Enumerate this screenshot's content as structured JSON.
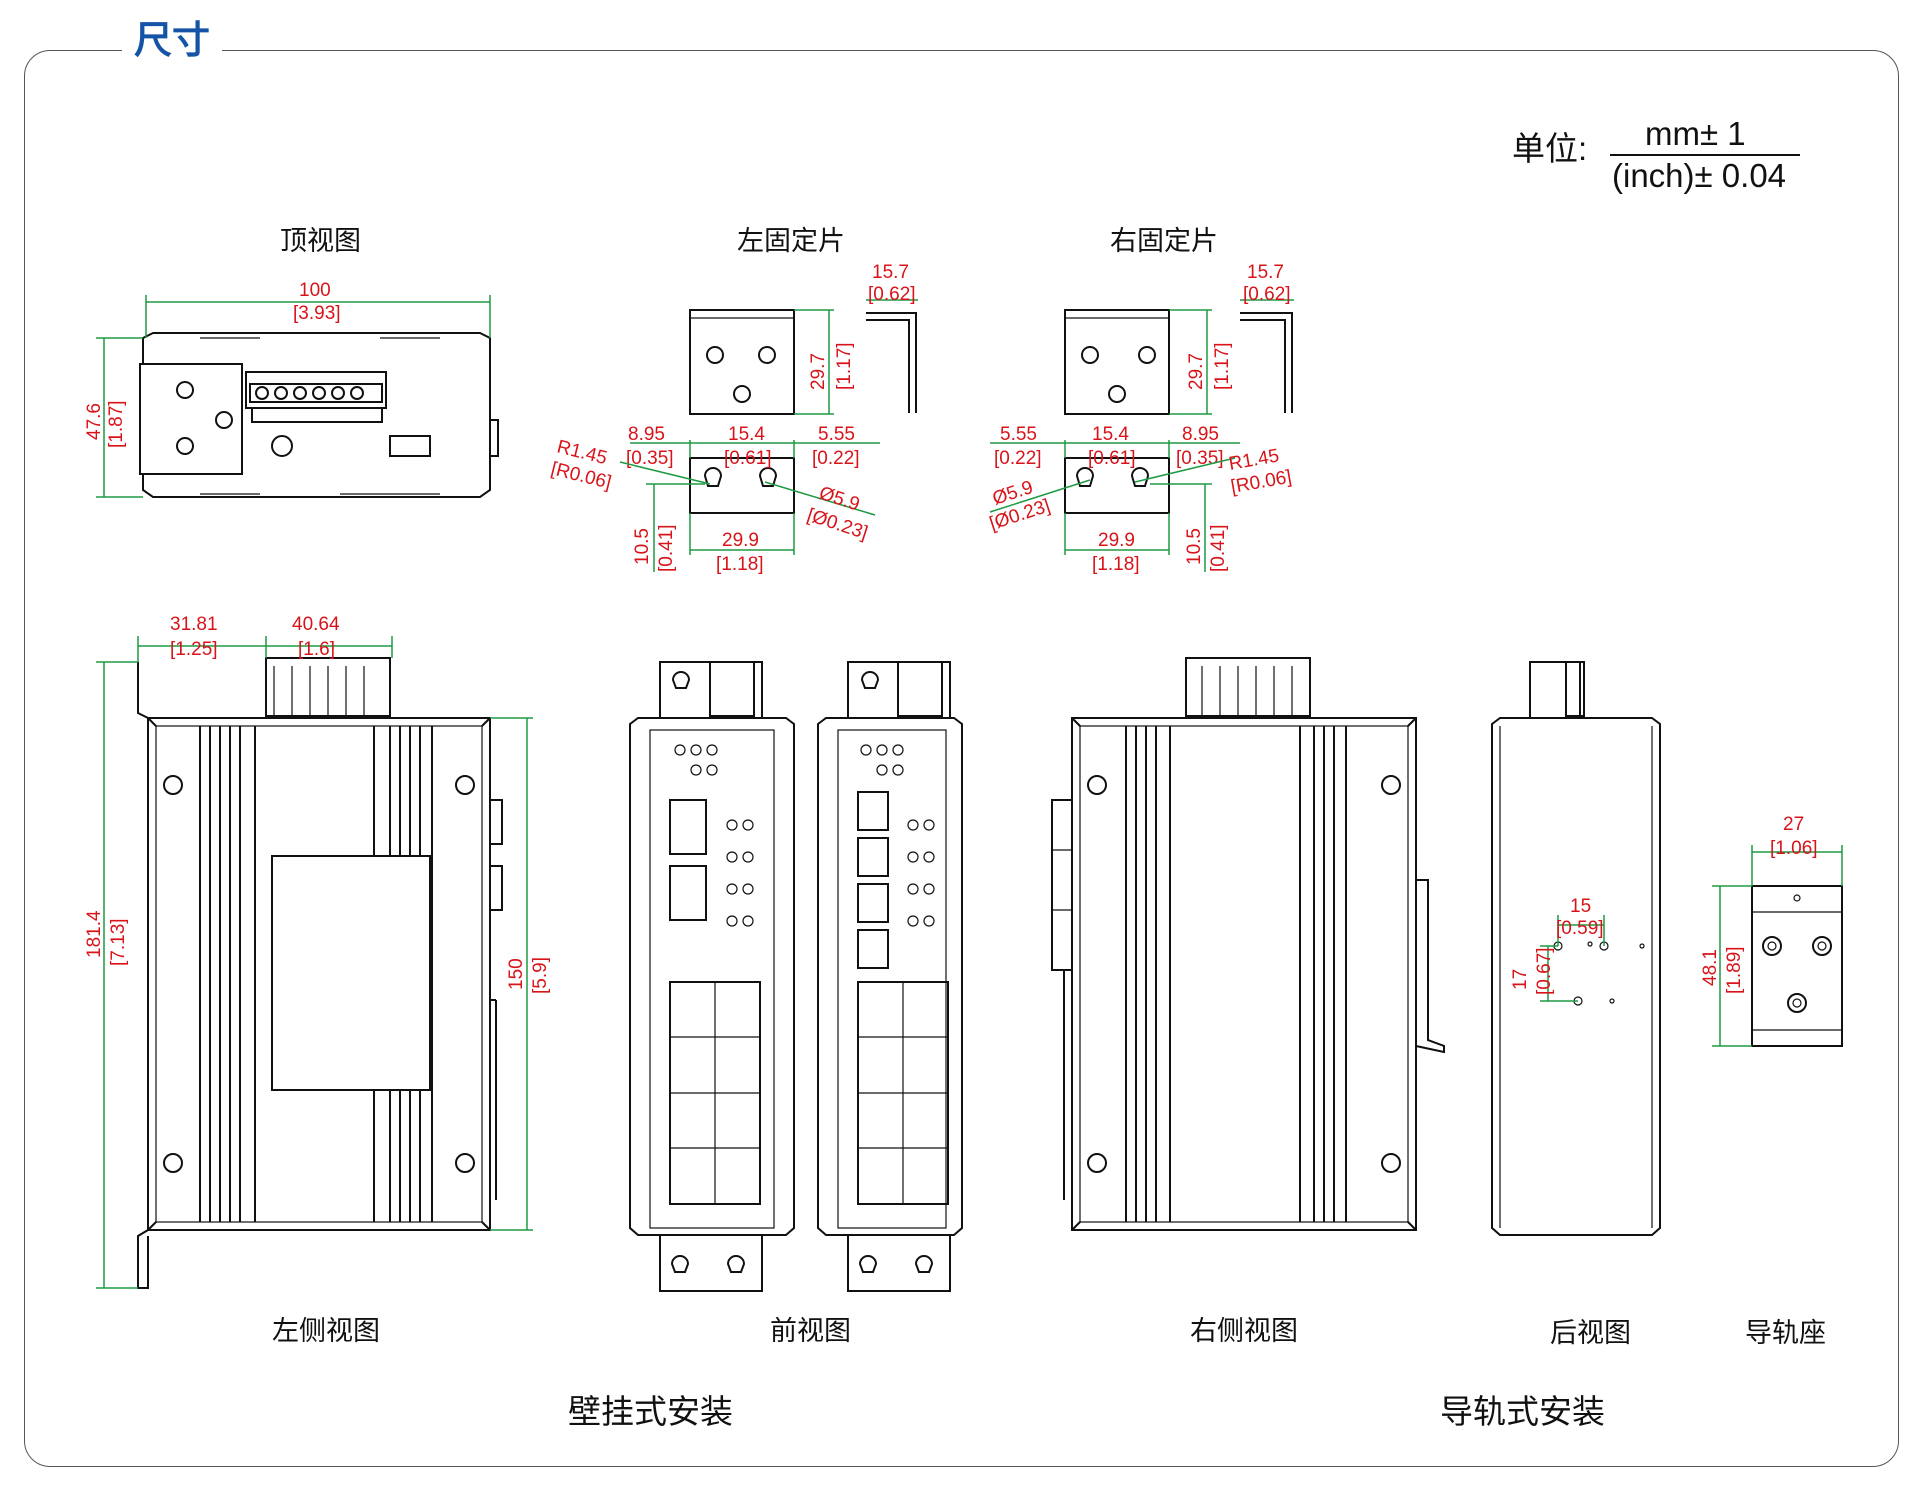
{
  "section_title": "尺寸",
  "unit": {
    "label": "单位:",
    "numerator": "mm± 1",
    "denominator": "(inch)± 0.04"
  },
  "views": {
    "top": "顶视图",
    "left_bracket": "左固定片",
    "right_bracket": "右固定片",
    "left_side": "左侧视图",
    "front": "前视图",
    "right_side": "右侧视图",
    "rear": "后视图",
    "din_rail_seat": "导轨座"
  },
  "install": {
    "wall": "壁挂式安装",
    "din": "导轨式安装"
  },
  "dims": {
    "top_width": "100",
    "top_width_in": "[3.93]",
    "top_depth": "47.6",
    "top_depth_in": "[1.87]",
    "lb_thick": "15.7",
    "lb_thick_in": "[0.62]",
    "lb_height": "29.7",
    "lb_height_in": "[1.17]",
    "lb_a": "8.95",
    "lb_a_in": "[0.35]",
    "lb_b": "15.4",
    "lb_b_in": "[0.61]",
    "lb_c": "5.55",
    "lb_c_in": "[0.22]",
    "lb_r": "R1.45",
    "lb_r_in": "[R0.06]",
    "lb_d": "Ø5.9",
    "lb_d_in": "[Ø0.23]",
    "lb_h": "10.5",
    "lb_h_in": "[0.41]",
    "lb_w": "29.9",
    "lb_w_in": "[1.18]",
    "rb_thick": "15.7",
    "rb_thick_in": "[0.62]",
    "rb_height": "29.7",
    "rb_height_in": "[1.17]",
    "rb_a": "5.55",
    "rb_a_in": "[0.22]",
    "rb_b": "15.4",
    "rb_b_in": "[0.61]",
    "rb_c": "8.95",
    "rb_c_in": "[0.35]",
    "rb_r": "R1.45",
    "rb_r_in": "[R0.06]",
    "rb_d": "Ø5.9",
    "rb_d_in": "[Ø0.23]",
    "rb_h": "10.5",
    "rb_h_in": "[0.41]",
    "rb_w": "29.9",
    "rb_w_in": "[1.18]",
    "side_a": "31.81",
    "side_a_in": "[1.25]",
    "side_b": "40.64",
    "side_b_in": "[1.6]",
    "side_h": "181.4",
    "side_h_in": "[7.13]",
    "side_h2": "150",
    "side_h2_in": "[5.9]",
    "rear_a": "15",
    "rear_a_in": "[0.59]",
    "rear_b": "17",
    "rear_b_in": "[0.67]",
    "din_w": "27",
    "din_w_in": "[1.06]",
    "din_h": "48.1",
    "din_h_in": "[1.89]"
  },
  "colors": {
    "title": "#1553a6",
    "dimension_text": "#d8141a",
    "dimension_line": "#1e9a42",
    "outline": "#111111"
  }
}
